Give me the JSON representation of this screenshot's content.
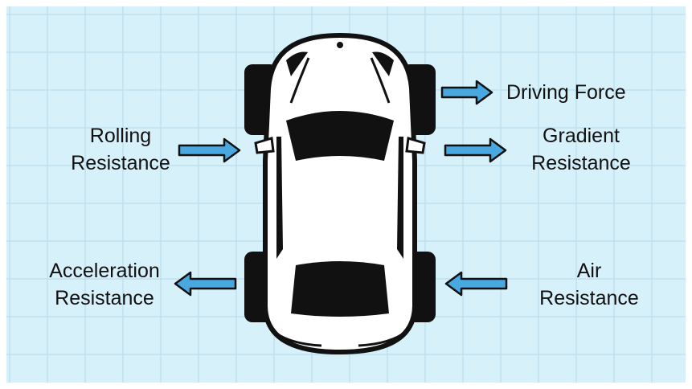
{
  "labels": {
    "driving_force": "Driving Force",
    "rolling_1": "Rolling",
    "rolling_2": "Resistance",
    "gradient_1": "Gradient",
    "gradient_2": "Resistance",
    "acceleration_1": "Acceleration",
    "acceleration_2": "Resistance",
    "air_1": "Air",
    "air_2": "Resistance"
  },
  "colors": {
    "background": "#d7f1fb",
    "grid": "#bfe1ef",
    "arrow": "#4aa8e0",
    "car_body": "#ffffff",
    "outline": "#111111"
  },
  "icons": [
    "car-top-view",
    "arrow-right",
    "arrow-left"
  ]
}
